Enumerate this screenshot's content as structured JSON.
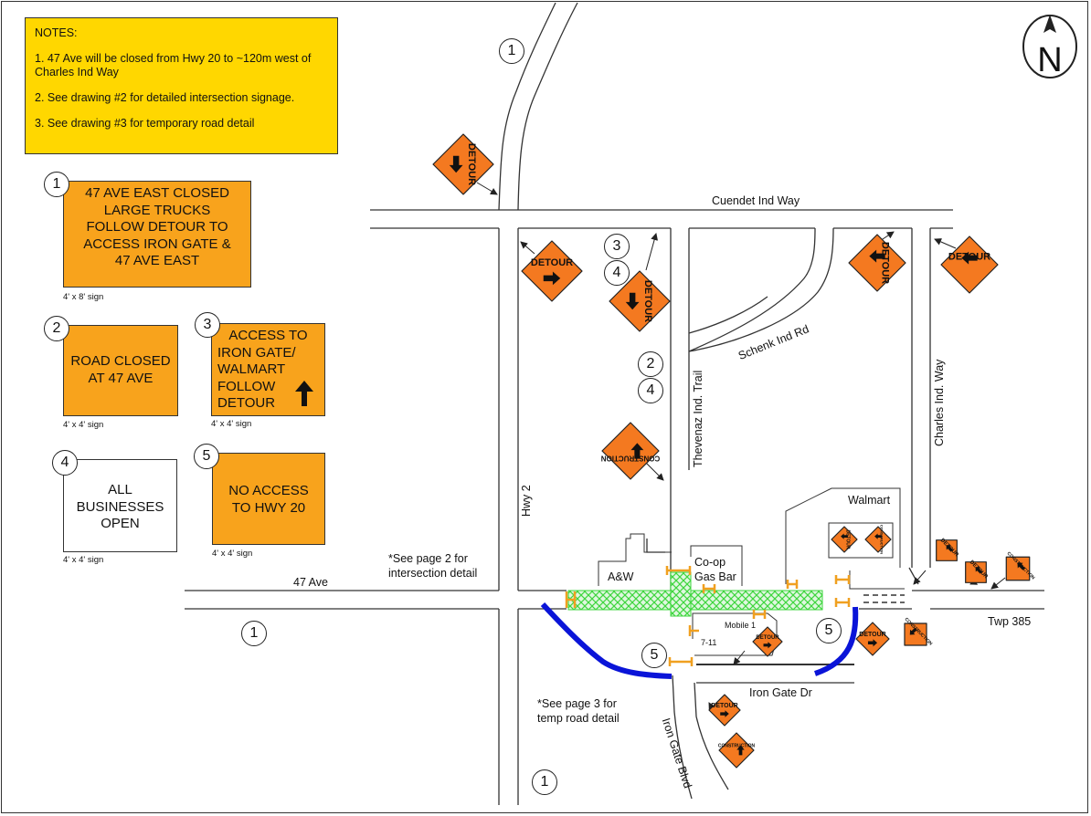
{
  "notes": {
    "title": "NOTES:",
    "items": [
      "1. 47 Ave will be closed from Hwy 20 to ~120m west of Charles Ind Way",
      "2. See drawing #2 for detailed intersection signage.",
      "3.  See drawing #3 for temporary road detail"
    ]
  },
  "sign_legend": [
    {
      "num": "1",
      "lines": [
        "47 AVE EAST CLOSED",
        "LARGE TRUCKS",
        "FOLLOW DETOUR TO",
        "ACCESS IRON GATE &",
        "47 AVE EAST"
      ],
      "size": "4' x 8' sign"
    },
    {
      "num": "2",
      "lines": [
        "ROAD CLOSED",
        "AT 47 AVE"
      ],
      "size": "4' x 4' sign"
    },
    {
      "num": "3",
      "lines": [
        "ACCESS TO",
        "IRON GATE/",
        "WALMART",
        "FOLLOW",
        "DETOUR"
      ],
      "size": "4' x 4' sign"
    },
    {
      "num": "4",
      "lines": [
        "ALL",
        "BUSINESSES",
        "OPEN"
      ],
      "size": "4' x 4' sign"
    },
    {
      "num": "5",
      "lines": [
        "NO ACCESS",
        "TO HWY 20"
      ],
      "size": "4' x 4' sign"
    }
  ],
  "roads": {
    "cuendet": "Cuendet Ind Way",
    "schenk": "Schenk Ind Rd",
    "thevenaz": "Thevenaz Ind. Trail",
    "charles": "Charles Ind. Way",
    "hwy2": "Hwy 2",
    "ave47": "47 Ave",
    "twp385": "Twp 385",
    "irongate_dr": "Iron Gate Dr",
    "irongate_blvd": "Iron Gate Blvd"
  },
  "places": {
    "walmart": "Walmart",
    "aw": "A&W",
    "coop_line1": "Co-op",
    "coop_line2": "Gas Bar",
    "mobile1": "Mobile 1",
    "seven11": "7-11"
  },
  "map_notes": {
    "page2_line1": "*See page 2 for",
    "page2_line2": "intersection detail",
    "page3_line1": "*See page 3 for",
    "page3_line2": "temp road detail"
  },
  "markers": {
    "m1": "1",
    "m3": "3",
    "m4": "4",
    "m2": "2",
    "m5": "5"
  },
  "sign_text": {
    "detour": "DETOUR",
    "construction": "CONSTRUCTION"
  },
  "compass": "N",
  "colors": {
    "sign_orange": "#f8a31c",
    "diamond_orange": "#f47920",
    "notes_yellow": "#ffd700",
    "closure_green": "#3dd63d",
    "temp_road_blue": "#0a14d8",
    "barricade": "#f0a020"
  }
}
